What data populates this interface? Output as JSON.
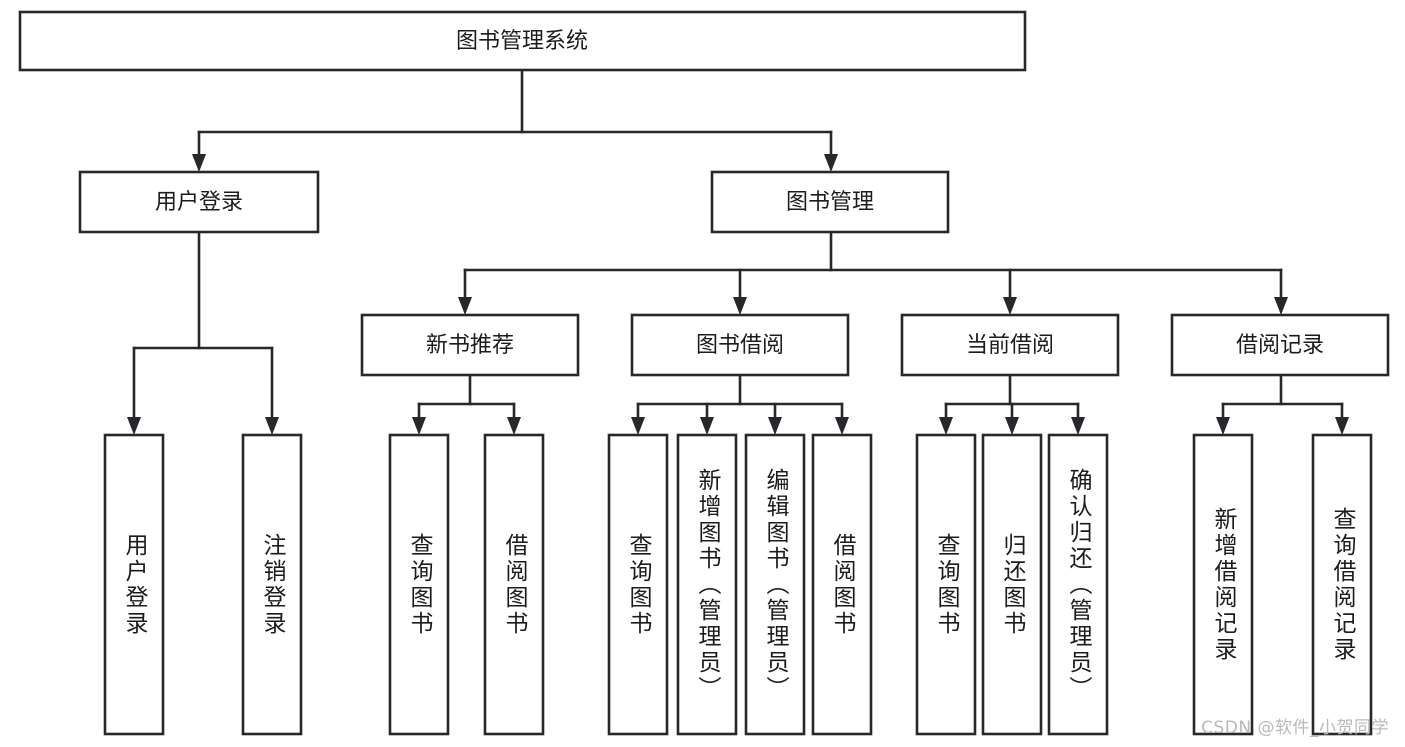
{
  "diagram": {
    "title": "图书管理系统",
    "type": "hierarchy-tree",
    "watermark": "CSDN @软件_小贺同学",
    "colors": {
      "stroke": "#26282b",
      "fill": "#ffffff",
      "text": "#1c1c1c",
      "watermark": "#b9b9b9"
    },
    "levels": {
      "root": {
        "label": "图书管理系统"
      },
      "level2": [
        {
          "label": "用户登录"
        },
        {
          "label": "图书管理"
        }
      ],
      "level3": [
        {
          "label": "新书推荐"
        },
        {
          "label": "图书借阅"
        },
        {
          "label": "当前借阅"
        },
        {
          "label": "借阅记录"
        }
      ],
      "leaves_user_login": [
        {
          "label": "用户登录"
        },
        {
          "label": "注销登录"
        }
      ],
      "leaves_new_book": [
        {
          "label": "查询图书"
        },
        {
          "label": "借阅图书"
        }
      ],
      "leaves_borrow": [
        {
          "label": "查询图书"
        },
        {
          "label": "新增图书（管理员）"
        },
        {
          "label": "编辑图书（管理员）"
        },
        {
          "label": "借阅图书"
        }
      ],
      "leaves_current": [
        {
          "label": "查询图书"
        },
        {
          "label": "归还图书"
        },
        {
          "label": "确认归还（管理员）"
        }
      ],
      "leaves_records": [
        {
          "label": "新增借阅记录"
        },
        {
          "label": "查询借阅记录"
        }
      ]
    }
  }
}
